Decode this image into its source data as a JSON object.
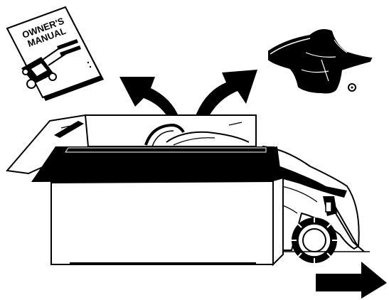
{
  "illustration": {
    "manual": {
      "title_line1": "OWNER'S",
      "title_line2": "MANUAL"
    },
    "icons": {
      "manual": "owners-manual-booklet",
      "grass_bag": "grass-catcher-bag",
      "box": "open-shipping-carton",
      "mower": "lawn-mower",
      "arrow_left": "curved-arrow-up-left",
      "arrow_right": "curved-arrow-up-right",
      "arrow_exit": "right-arrow"
    },
    "colors": {
      "ink": "#000000",
      "paper": "#ffffff"
    }
  }
}
